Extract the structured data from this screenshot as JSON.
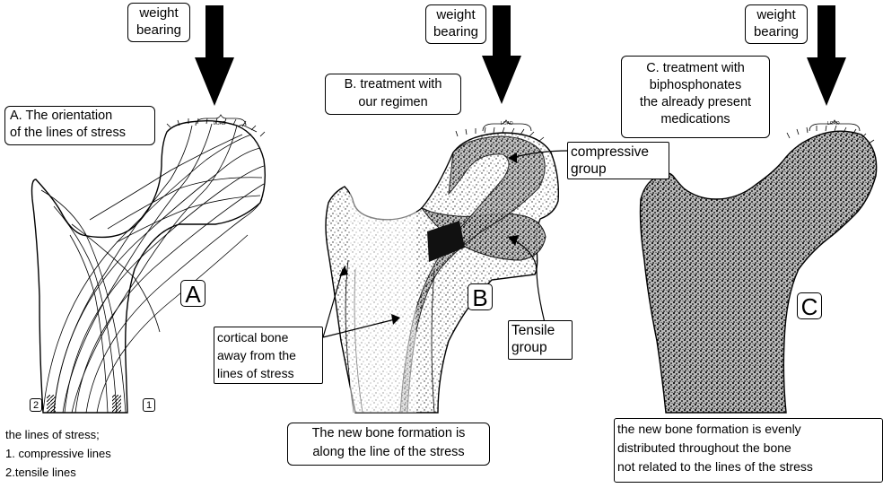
{
  "panels": {
    "a": {
      "weight": "weight\nbearing",
      "title": "A. The orientation\nof the lines of stress",
      "letter": "A",
      "load": "LOAD",
      "marker_2": "2",
      "marker_1": "1",
      "legend": "the lines of stress;\n1. compressive lines\n2.tensile lines"
    },
    "b": {
      "weight": "weight\nbearing",
      "title": "B. treatment with\nour regimen",
      "letter": "B",
      "load": "LOAD",
      "compressive": "compressive\ngroup",
      "tensile": "Tensile\ngroup",
      "cortical": "cortical bone\naway from the\nlines of stress",
      "caption": "The new bone formation is\nalong the line of the stress"
    },
    "c": {
      "weight": "weight\nbearing",
      "title": "C. treatment with\nbiphosphonates\nthe already present\nmedications",
      "letter": "C",
      "load": "LOAD",
      "caption": "the new bone formation is evenly\ndistributed throughout the bone\nnot related to the lines of the stress"
    }
  }
}
